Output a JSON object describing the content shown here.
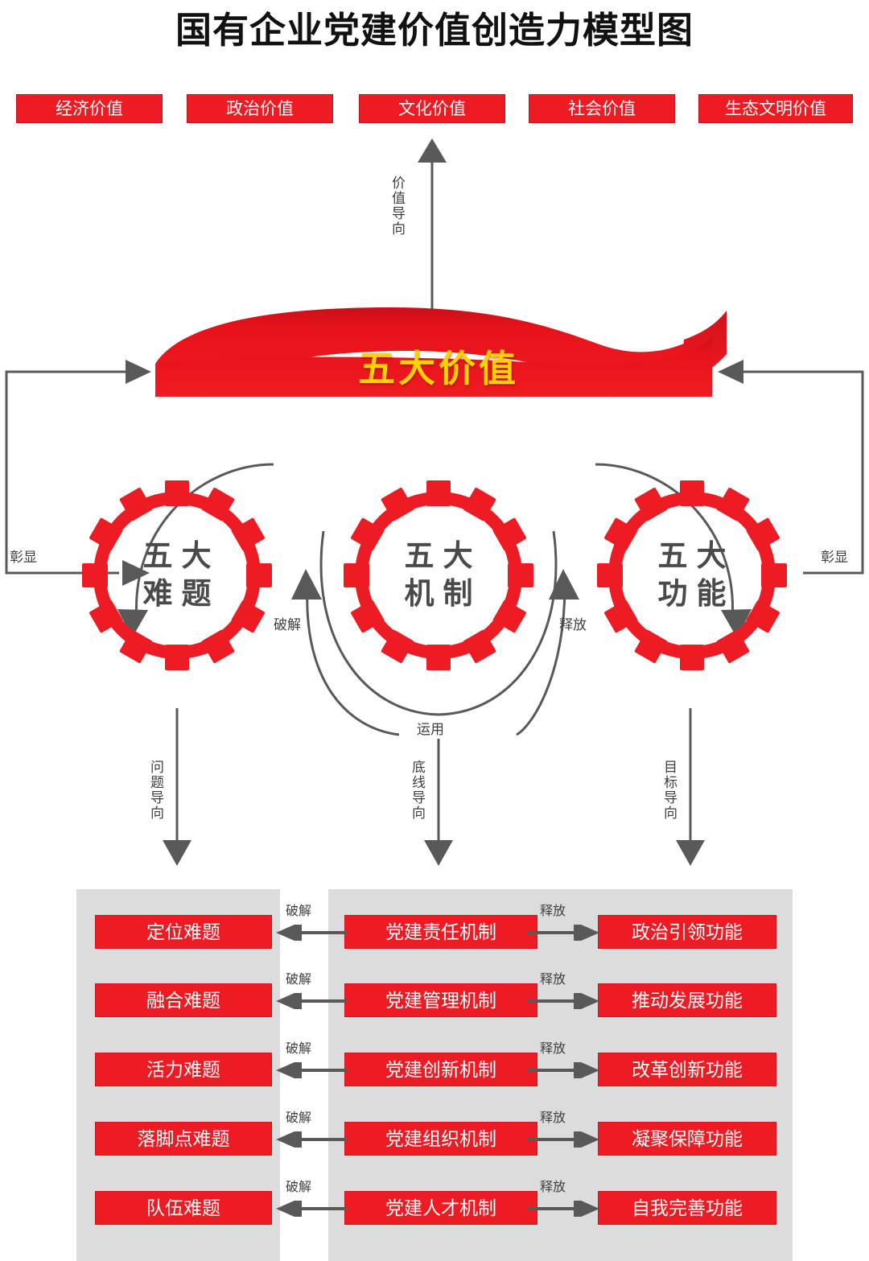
{
  "title": "国有企业党建价值创造力模型图",
  "value_badges": [
    {
      "label": "经济价值"
    },
    {
      "label": "政治价值"
    },
    {
      "label": "文化价值"
    },
    {
      "label": "社会价值"
    },
    {
      "label": "生态文明价值"
    }
  ],
  "ribbon": {
    "label": "五大价值",
    "color": "#e8121a",
    "text_color": "#ffd100"
  },
  "arrows": {
    "value_orientation": "价值导向",
    "manifest_left": "彰显",
    "manifest_right": "彰显",
    "crack_gear": "破解",
    "release_gear": "释放",
    "apply": "运用",
    "problem_orientation": "问题导向",
    "baseline_orientation": "底线导向",
    "goal_orientation": "目标导向"
  },
  "gears": [
    {
      "name": "five-problems",
      "line1": "五大",
      "line2": "难题"
    },
    {
      "name": "five-mechanisms",
      "line1": "五大",
      "line2": "机制"
    },
    {
      "name": "five-functions",
      "line1": "五大",
      "line2": "功能"
    }
  ],
  "matrix": {
    "columns": [
      "难题",
      "机制",
      "功能"
    ],
    "left_connector_label": "破解",
    "right_connector_label": "释放",
    "rows": [
      {
        "problem": "定位难题",
        "mechanism": "党建责任机制",
        "function": "政治引领功能"
      },
      {
        "problem": "融合难题",
        "mechanism": "党建管理机制",
        "function": "推动发展功能"
      },
      {
        "problem": "活力难题",
        "mechanism": "党建创新机制",
        "function": "改革创新功能"
      },
      {
        "problem": "落脚点难题",
        "mechanism": "党建组织机制",
        "function": "凝聚保障功能"
      },
      {
        "problem": "队伍难题",
        "mechanism": "党建人才机制",
        "function": "自我完善功能"
      }
    ]
  },
  "colors": {
    "red": "#ed1c24",
    "gold": "#ffd100",
    "gray_band": "#dcdcdc",
    "line": "#595959",
    "gear_text": "#4a4a4a"
  }
}
